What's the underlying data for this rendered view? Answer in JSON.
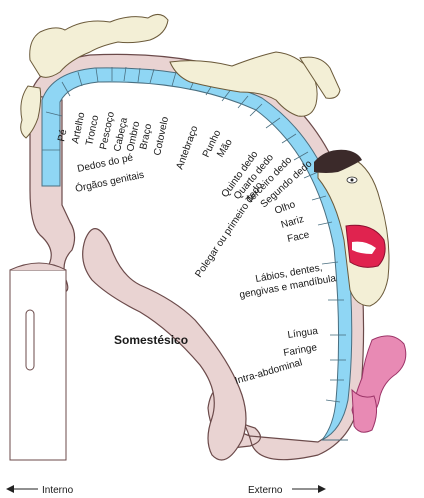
{
  "title": "Somestésico",
  "regions": [
    "Pé",
    "Artelho",
    "Tronco",
    "Pescoço",
    "Cabeça",
    "Ombro",
    "Braço",
    "Cotovelo",
    "Antebraço",
    "Punho",
    "Mão",
    "Quinto dedo",
    "Quarto dedo",
    "Terceiro dedo",
    "Segundo dedo",
    "Polegar ou primeiro dedo",
    "Olho",
    "Nariz",
    "Face",
    "Lábios, dentes,",
    "gengivas e mandíbula",
    "Língua",
    "Faringe",
    "Intra-abdominal",
    "Dedos do pé",
    "Órgãos genitais"
  ],
  "axis": {
    "left": "Interno",
    "right": "Externo"
  },
  "colors": {
    "band": "#8fd6f4",
    "tissue": "#e9d3d2",
    "body": "#f3efd6",
    "tongue": "#e88ab4",
    "lips": "#e0234f"
  }
}
